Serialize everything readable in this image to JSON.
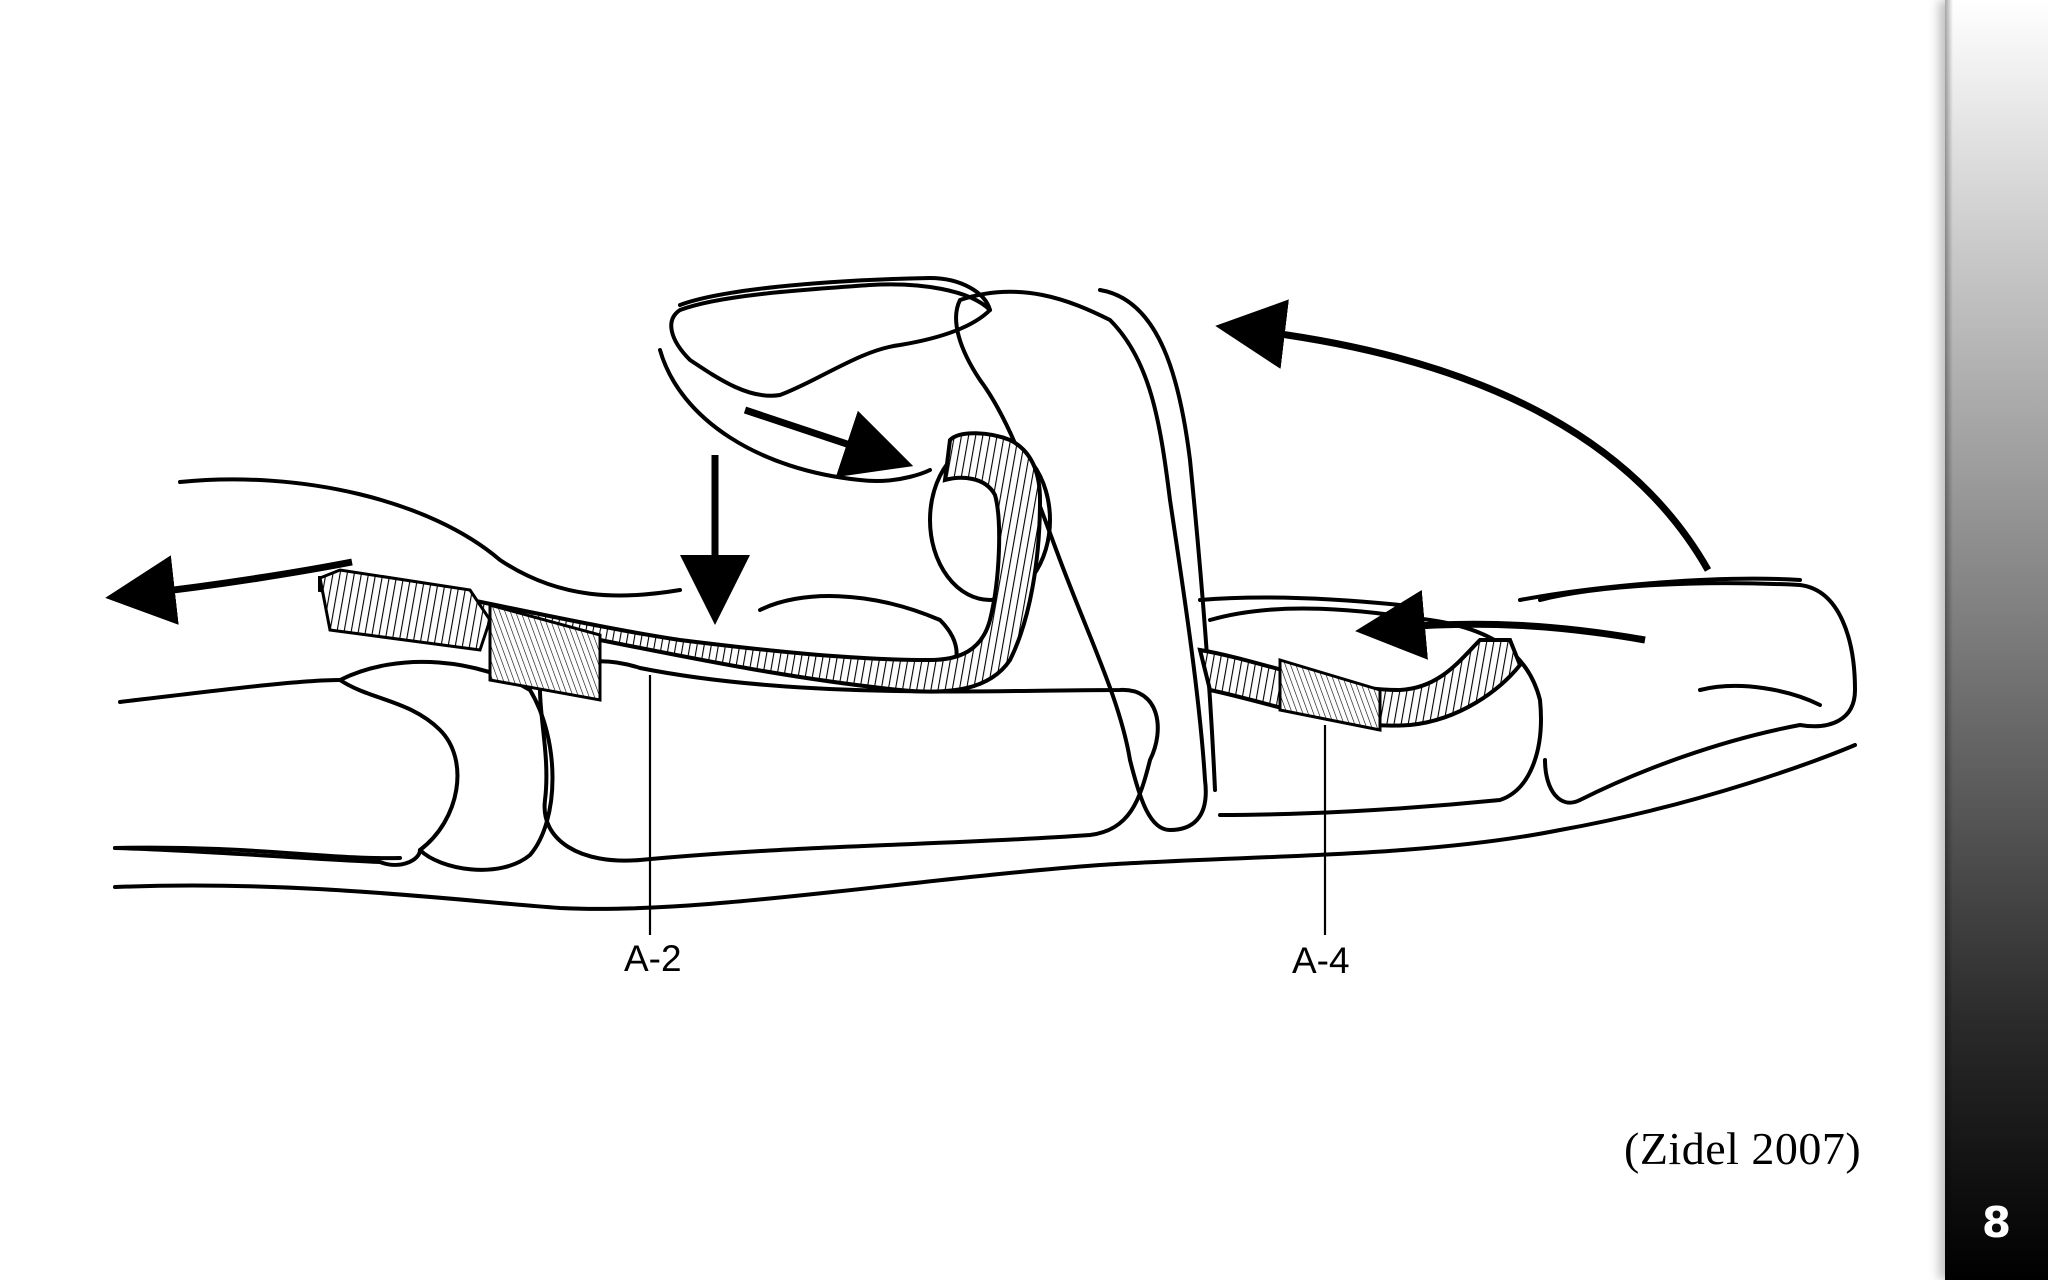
{
  "labels": {
    "a2": "A-2",
    "a4": "A-4"
  },
  "citation": "(Zidel 2007)",
  "slide_number": "8",
  "colors": {
    "ink": "#000000",
    "background": "#ffffff",
    "tendon_fill": "#e8e8e8"
  }
}
